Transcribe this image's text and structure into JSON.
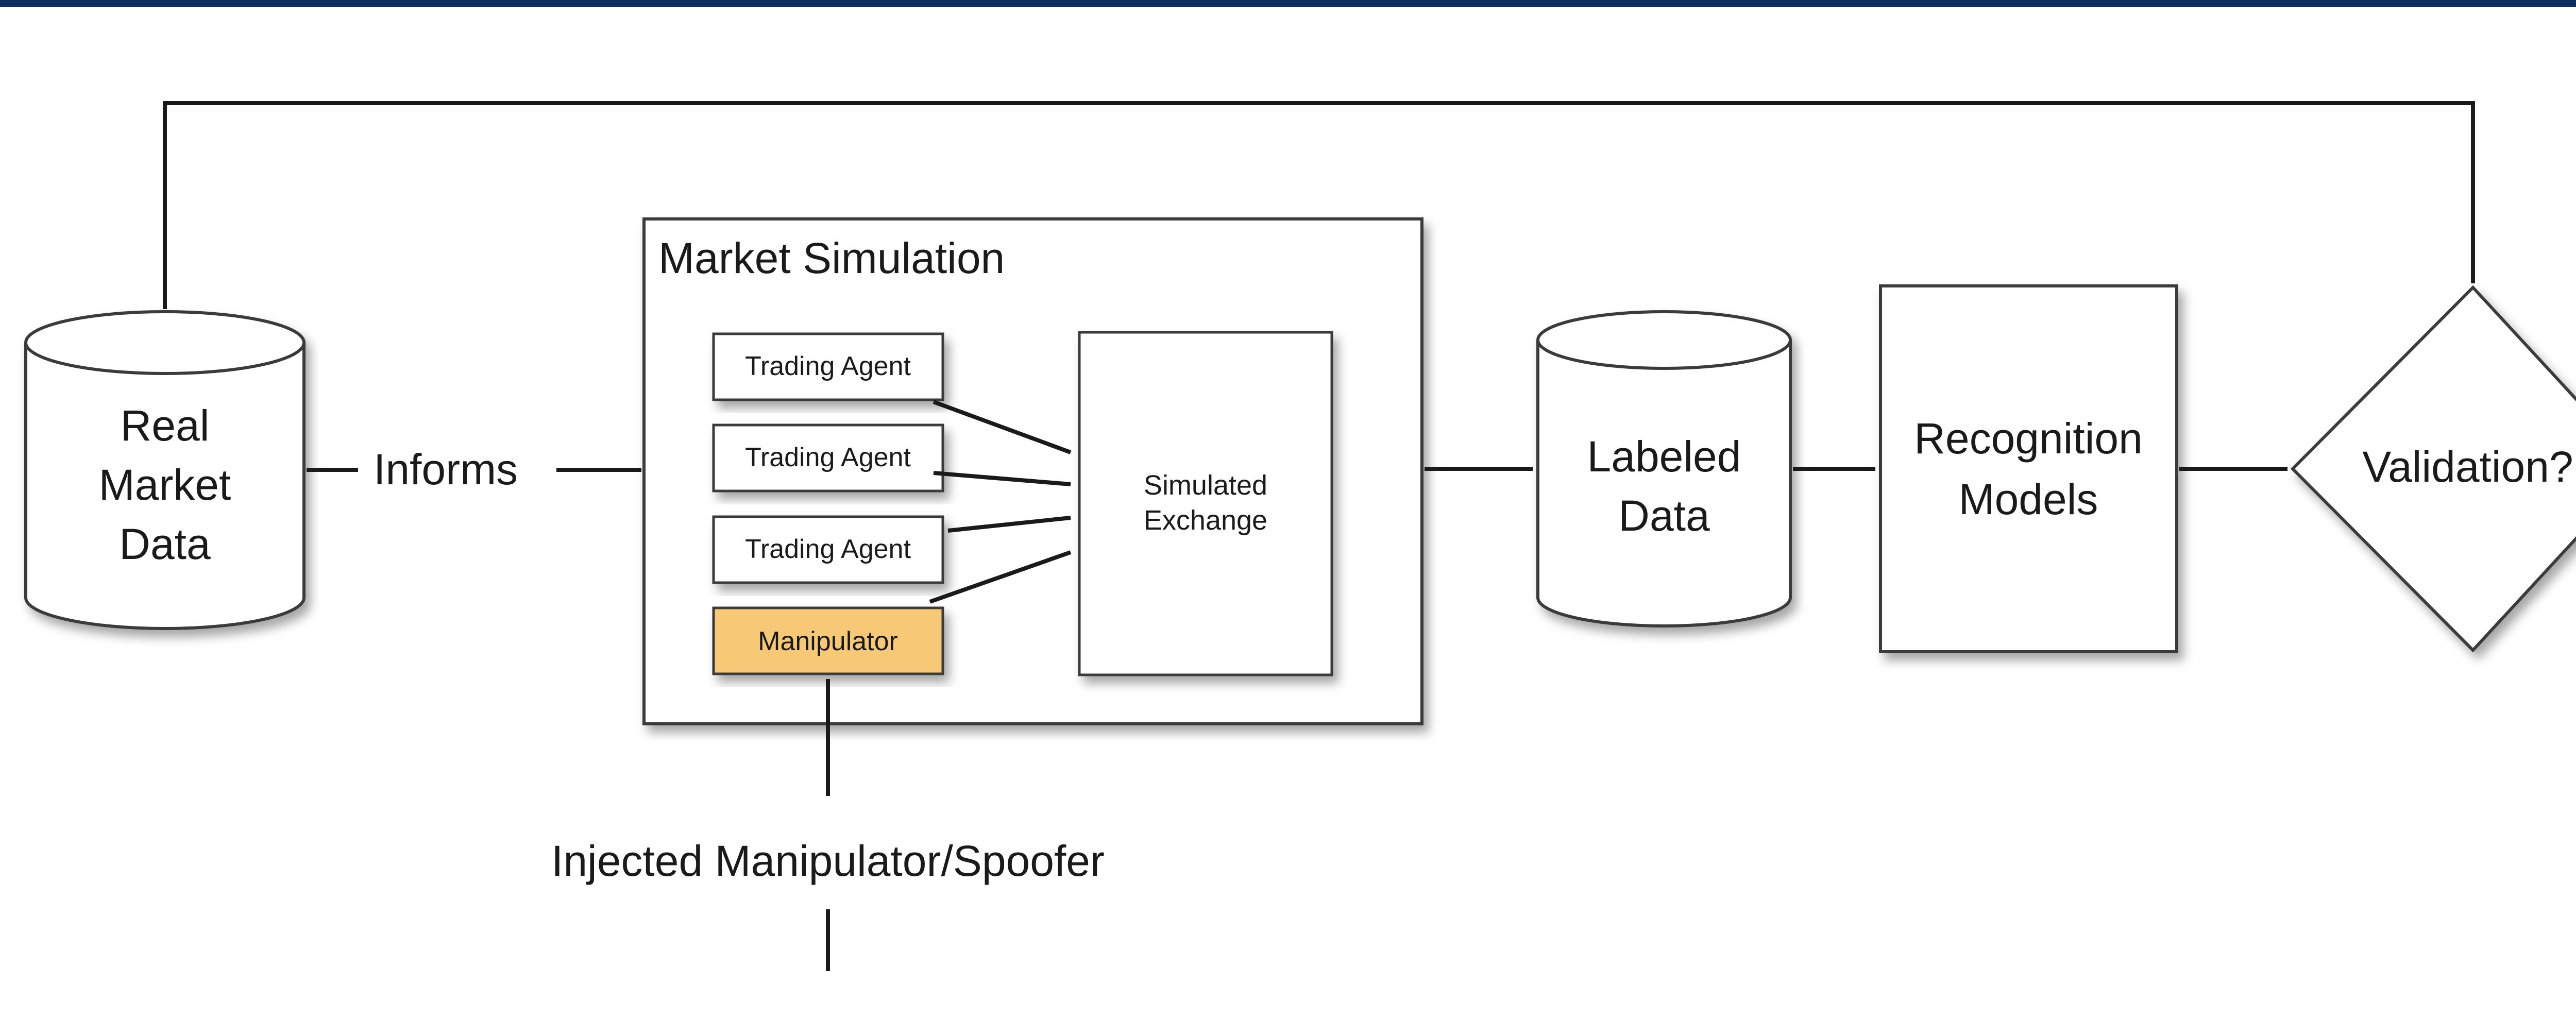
{
  "colors": {
    "top_bar": "#0b2e5e",
    "manipulator_fill": "#f7c874",
    "stroke": "#3a3a3a"
  },
  "nodes": {
    "real_market_data": [
      "Real",
      "Market",
      "Data"
    ],
    "informs": "Informs",
    "market_simulation": "Market Simulation",
    "trading_agents": [
      "Trading Agent",
      "Trading Agent",
      "Trading Agent"
    ],
    "manipulator": "Manipulator",
    "simulated_exchange": [
      "Simulated",
      "Exchange"
    ],
    "labeled_data": [
      "Labeled",
      "Data"
    ],
    "recognition_models": [
      "Recognition",
      "Models"
    ],
    "validation": "Validation?",
    "injected": "Injected Manipulator/Spoofer"
  }
}
